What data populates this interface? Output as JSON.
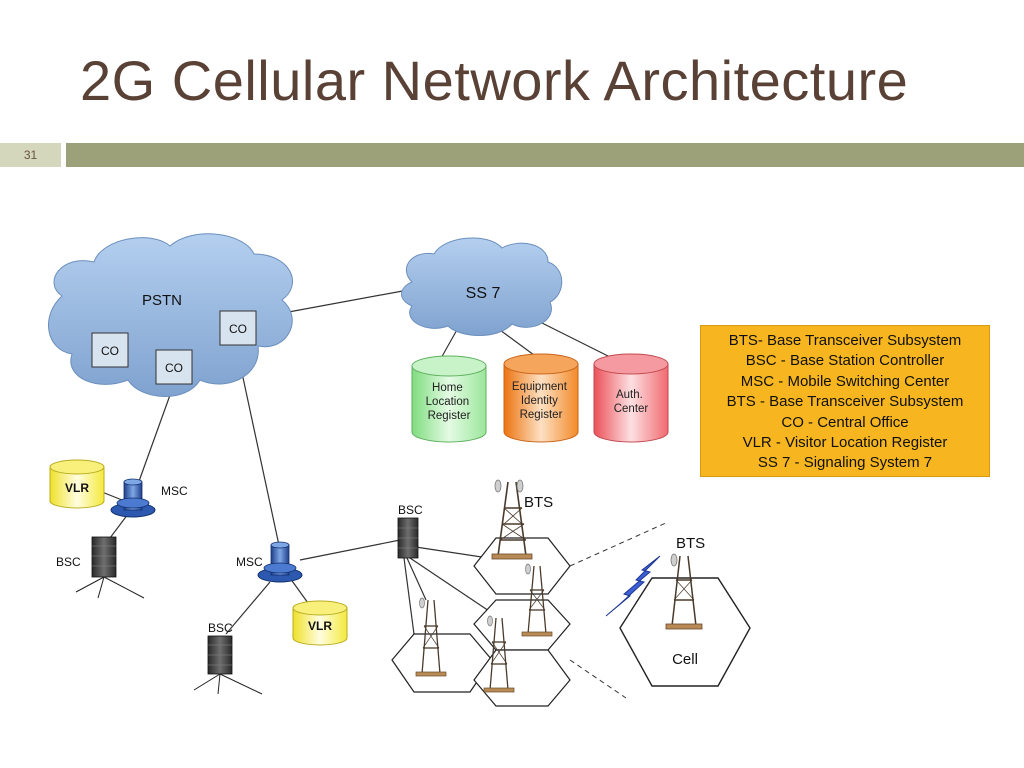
{
  "slide": {
    "title": "2G Cellular Network Architecture",
    "number": "31"
  },
  "diagram": {
    "clouds": {
      "pstn": "PSTN",
      "ss7": "SS 7"
    },
    "central_offices": [
      "CO",
      "CO",
      "CO"
    ],
    "databases": {
      "hlr": [
        "Home",
        "Location",
        "Register"
      ],
      "eir": [
        "Equipment",
        "Identity",
        "Register"
      ],
      "auc": [
        "Auth.",
        "Center"
      ]
    },
    "vlr": [
      "VLR",
      "VLR"
    ],
    "msc": [
      "MSC",
      "MSC"
    ],
    "bsc": [
      "BSC",
      "BSC",
      "BSC"
    ],
    "bts": [
      "BTS",
      "BTS"
    ],
    "cell": "Cell"
  },
  "legend": {
    "lines": [
      "BTS- Base Transceiver Subsystem",
      "BSC - Base Station Controller",
      "MSC - Mobile Switching Center",
      "BTS - Base Transceiver Subsystem",
      "CO - Central Office",
      "VLR - Visitor Location Register",
      "SS 7 - Signaling System 7"
    ]
  },
  "colors": {
    "cloud": "#9bbadf",
    "hlr": "#9be69b",
    "eir": "#f28a2a",
    "auc": "#f06a70",
    "vlr": "#f4ea3c",
    "legend": "#f7b51f",
    "title_bar": "#9ca17a",
    "title_text": "#5a4136"
  }
}
